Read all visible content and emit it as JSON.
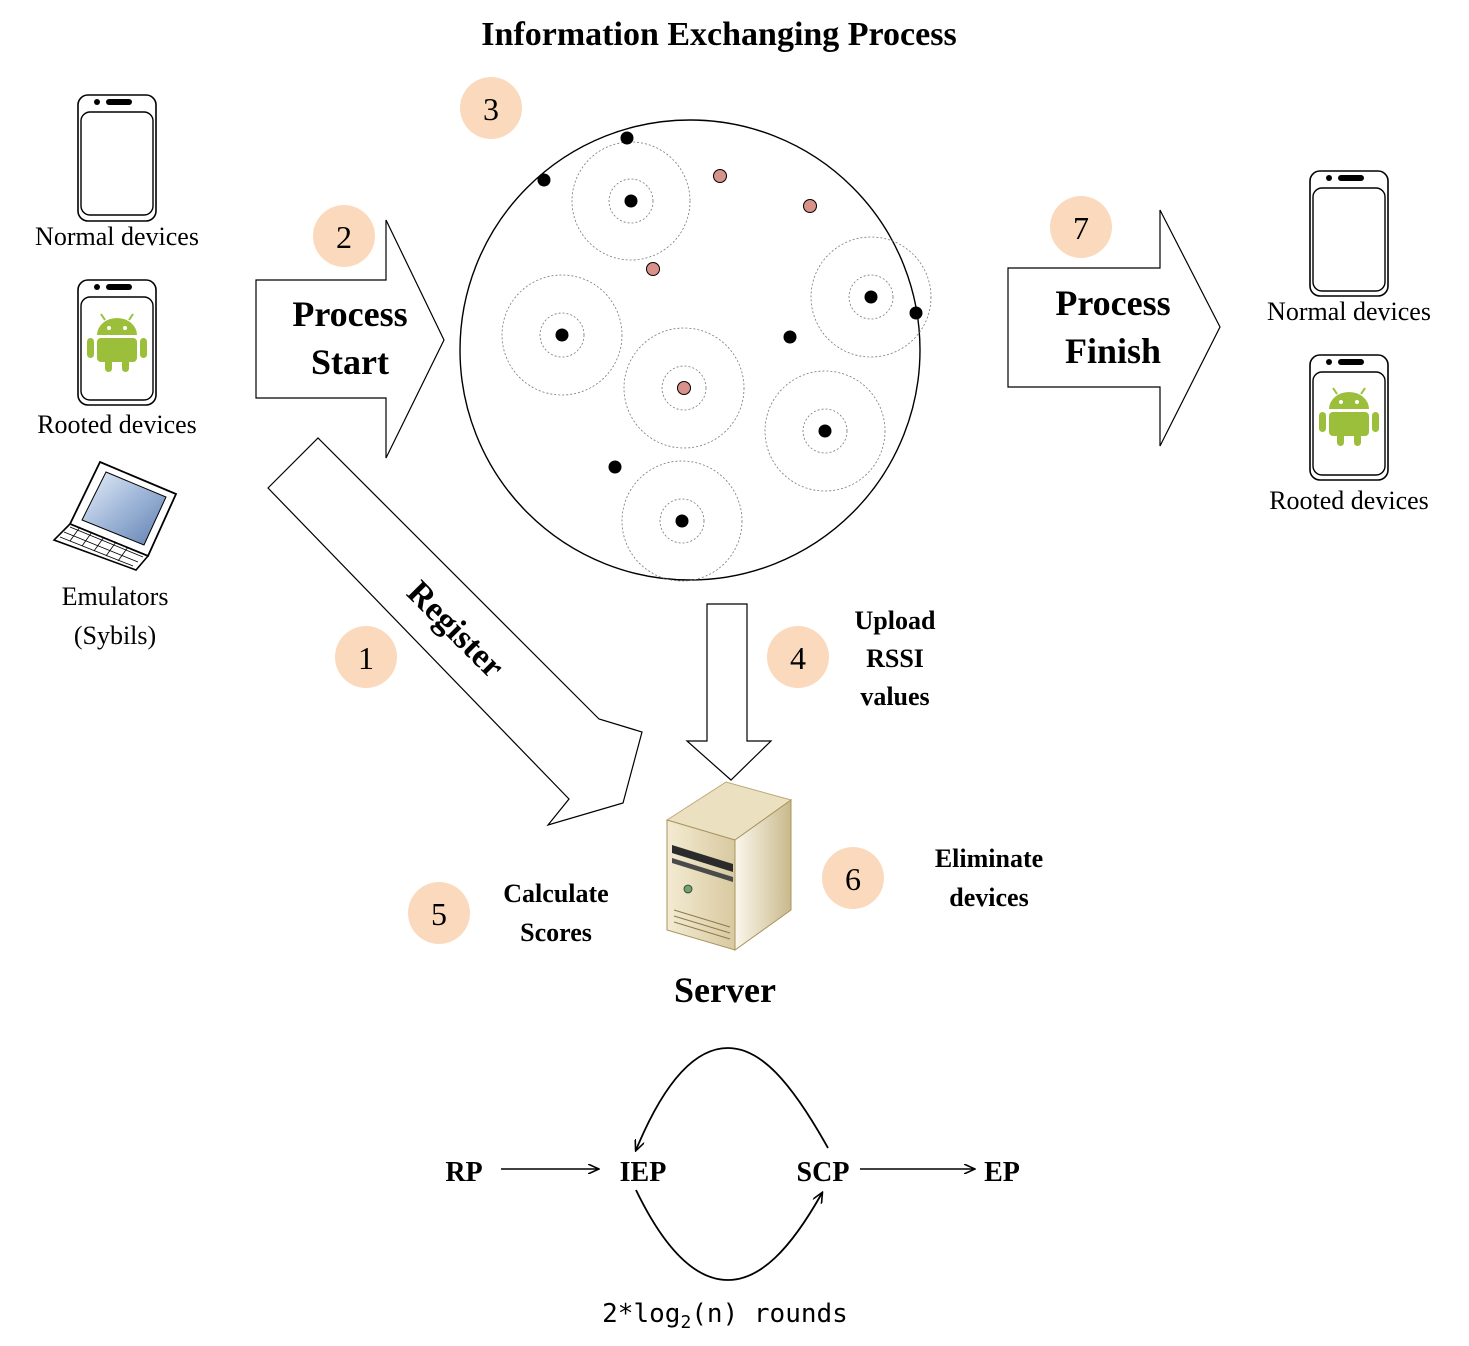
{
  "title": "Information Exchanging Process",
  "left_devices": {
    "normal": "Normal devices",
    "rooted": "Rooted devices",
    "emulators_line1": "Emulators",
    "emulators_line2": "(Sybils)"
  },
  "right_devices": {
    "normal": "Normal devices",
    "rooted": "Rooted devices"
  },
  "arrows": {
    "start_line1": "Process",
    "start_line2": "Start",
    "finish_line1": "Process",
    "finish_line2": "Finish",
    "register": "Register",
    "upload_line1": "Upload",
    "upload_line2": "RSSI",
    "upload_line3": "values"
  },
  "steps": {
    "s1": "1",
    "s2": "2",
    "s3": "3",
    "s4": "4",
    "s5": "5",
    "s6": "6",
    "s7": "7"
  },
  "server": {
    "label": "Server",
    "calc_line1": "Calculate",
    "calc_line2": "Scores",
    "elim_line1": "Eliminate",
    "elim_line2": "devices"
  },
  "flow": {
    "rp": "RP",
    "iep": "IEP",
    "scp": "SCP",
    "ep": "EP",
    "rounds_prefix": "2*log",
    "rounds_sub": "2",
    "rounds_suffix": "(n) rounds"
  },
  "colors": {
    "step_badge": "#fbd9bd",
    "pink_node": "#d9928a",
    "android_green": "#9bbf3b"
  },
  "icons": {
    "phone": "smartphone-icon",
    "android": "android-icon",
    "laptop": "laptop-icon",
    "server": "server-tower-icon"
  }
}
